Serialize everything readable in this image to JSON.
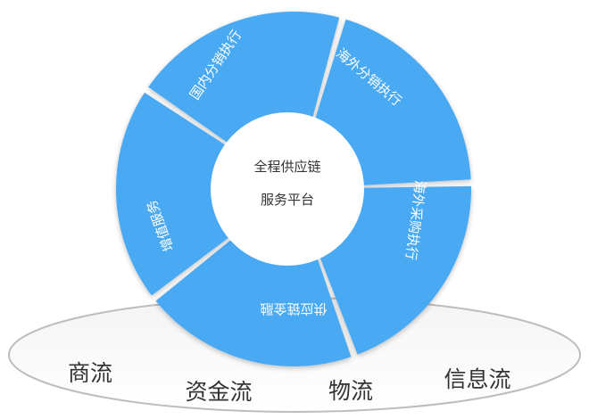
{
  "diagram": {
    "center": {
      "line1": "全程供应链",
      "line2": "服务平台"
    },
    "segments": [
      {
        "label": "国内分销执行"
      },
      {
        "label": "海外分销执行"
      },
      {
        "label": "海外采购执行"
      },
      {
        "label": "供应链金融"
      },
      {
        "label": "增值服务"
      }
    ],
    "flows": [
      {
        "label": "商流"
      },
      {
        "label": "资金流"
      },
      {
        "label": "物流"
      },
      {
        "label": "信息流"
      }
    ],
    "colors": {
      "segment_fill": "#4aa9f3",
      "ring_outline": "#bfbfbf",
      "center_fill": "#ffffff",
      "text_dark": "#333333"
    }
  }
}
